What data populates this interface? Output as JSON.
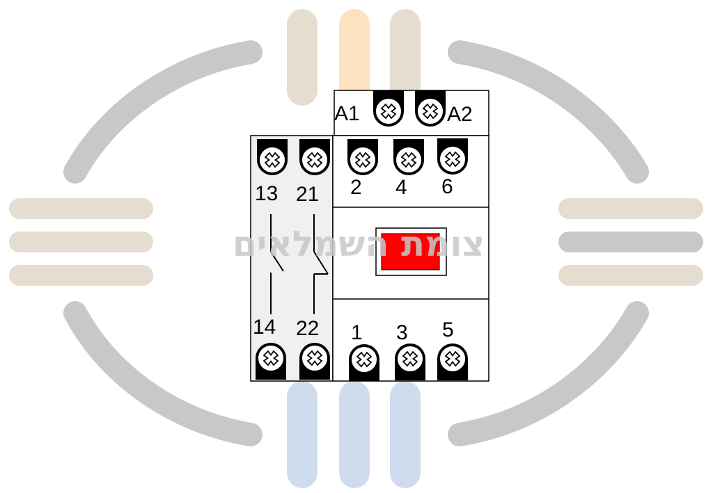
{
  "colors": {
    "indicator_red": "#ff0000",
    "aux_block_fill": "#f0f0f0",
    "watermark_grey": "#c8c8c8",
    "watermark_tan": "#e5ddd0",
    "watermark_orange": "#fbe3c0",
    "watermark_blue": "#cfdcee"
  },
  "watermark": {
    "text": "צומת השמלאים"
  },
  "coil": {
    "label_a1": "A1",
    "label_a2": "A2"
  },
  "aux_contacts": {
    "top_labels": [
      "13",
      "21"
    ],
    "bottom_labels": [
      "14",
      "22"
    ],
    "types": [
      "normally-open",
      "normally-closed"
    ]
  },
  "main_contacts": {
    "top_labels": [
      "2",
      "4",
      "6"
    ],
    "bottom_labels": [
      "1",
      "3",
      "5"
    ]
  },
  "indicator": {
    "icon": "red-status-window"
  }
}
